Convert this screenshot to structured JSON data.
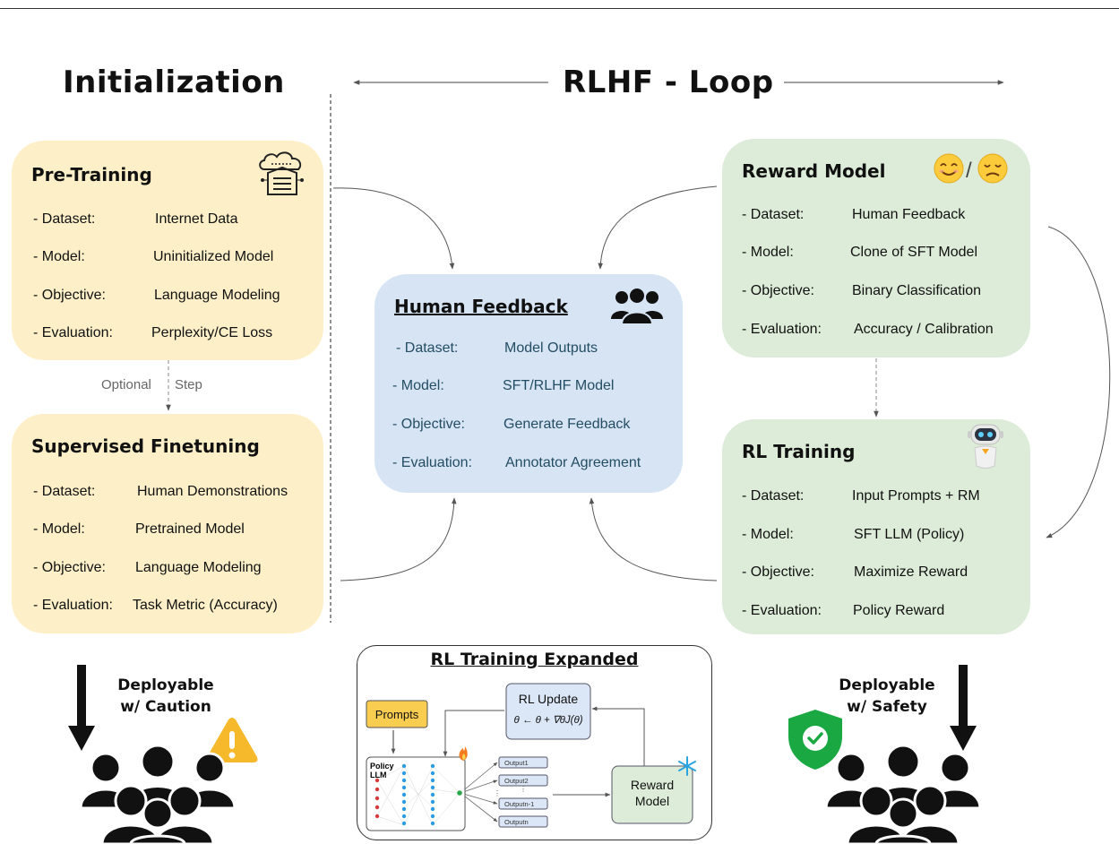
{
  "headings": {
    "left": "Initialization",
    "right": "RLHF - Loop"
  },
  "pretraining": {
    "title": "Pre-Training",
    "rows": [
      {
        "k": "- Dataset:",
        "v": "Internet Data"
      },
      {
        "k": "- Model:",
        "v": "Uninitialized Model"
      },
      {
        "k": "- Objective:",
        "v": "Language Modeling"
      },
      {
        "k": "- Evaluation:",
        "v": "Perplexity/CE Loss"
      }
    ]
  },
  "optional": {
    "left": "Optional",
    "right": "Step"
  },
  "sft": {
    "title": "Supervised Finetuning",
    "rows": [
      {
        "k": "- Dataset:",
        "v": "Human Demonstrations"
      },
      {
        "k": "- Model:",
        "v": "Pretrained Model"
      },
      {
        "k": "- Objective:",
        "v": "Language Modeling"
      },
      {
        "k": "- Evaluation:",
        "v": "Task Metric (Accuracy)"
      }
    ]
  },
  "human_feedback": {
    "title": "Human Feedback",
    "rows": [
      {
        "k": "- Dataset:",
        "v": "Model Outputs"
      },
      {
        "k": "- Model:",
        "v": "SFT/RLHF Model"
      },
      {
        "k": "- Objective:",
        "v": "Generate Feedback"
      },
      {
        "k": "- Evaluation:",
        "v": "Annotator Agreement"
      }
    ]
  },
  "reward_model": {
    "title": "Reward Model",
    "rows": [
      {
        "k": "- Dataset:",
        "v": "Human Feedback"
      },
      {
        "k": "- Model:",
        "v": "Clone of SFT Model"
      },
      {
        "k": "- Objective:",
        "v": "Binary Classification"
      },
      {
        "k": "- Evaluation:",
        "v": "Accuracy / Calibration"
      }
    ]
  },
  "rl_training": {
    "title": "RL Training",
    "rows": [
      {
        "k": "- Dataset:",
        "v": "Input Prompts + RM"
      },
      {
        "k": "- Model:",
        "v": "SFT LLM (Policy)"
      },
      {
        "k": "- Objective:",
        "v": "Maximize Reward"
      },
      {
        "k": "- Evaluation:",
        "v": "Policy Reward"
      }
    ]
  },
  "deploy": {
    "left": [
      "Deployable",
      "w/ Caution"
    ],
    "right": [
      "Deployable",
      "w/ Safety"
    ]
  },
  "expanded": {
    "title": "RL Training Expanded",
    "prompts": "Prompts",
    "policy": [
      "Policy",
      "LLM"
    ],
    "rl_update": "RL Update",
    "update_formula": "θ ← θ + ∇θJ(θ)",
    "reward": [
      "Reward",
      "Model"
    ],
    "outputs": [
      "Output1",
      "Output2",
      "Outputn-1",
      "Outputn"
    ]
  },
  "colors": {
    "yellow": "#fdf0c9",
    "blue": "#d6e4f4",
    "green": "#ddecd8",
    "warning": "#f7b92c",
    "shield": "#1aa842"
  },
  "icons": [
    "cloud-server-icon",
    "people-icon",
    "happy-face-emoji",
    "sad-face-emoji",
    "robot-icon",
    "warning-icon",
    "shield-check-icon",
    "crowd-icon",
    "fire-icon",
    "snowflake-icon"
  ]
}
